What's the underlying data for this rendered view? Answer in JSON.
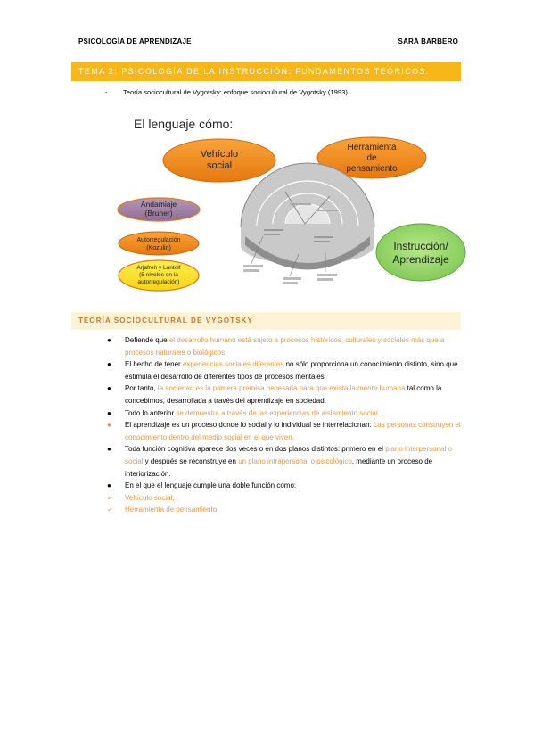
{
  "header": {
    "left": "PSICOLOGÍA DE APRENDIZAJE",
    "right": "SARA BARBERO"
  },
  "banner": {
    "title": "TEMA 2: PSICOLOGÍA DE LA INSTRUCCIÓN: FUNDAMENTOS TEÓRICOS."
  },
  "intro": {
    "dash": "-",
    "text": "Teoría sociocultural de Vygotsky: enfoque sociocultural de Vygotsky (1993)."
  },
  "diagram": {
    "title": "El lenguaje cómo:",
    "vehiculo": [
      "Vehículo",
      "social"
    ],
    "herramienta": [
      "Herramienta",
      "de",
      "pensamiento"
    ],
    "andamiaje": [
      "Andamiaje",
      "(Bruner)"
    ],
    "autorregulacion": [
      "Autorregulación",
      "(Kozulin)"
    ],
    "arjafreh": [
      "Arjafreh y Lantolf",
      "(5 niveles en la",
      "autorregulación)"
    ],
    "instruccion": [
      "Instrucción/",
      "Aprendizaje"
    ]
  },
  "section": {
    "title": "TEORÍA SOCIOCULTURAL DE VYGOTSKY"
  },
  "bullets": [
    {
      "marker": "●",
      "parts": [
        {
          "t": "Defiende que ",
          "c": ""
        },
        {
          "t": "el desarrollo humano está sujeto a procesos históricos, culturales y sociales más que a procesos naturales o biológicos",
          "c": "orange"
        }
      ]
    },
    {
      "marker": "●",
      "parts": [
        {
          "t": "El hecho de tener ",
          "c": ""
        },
        {
          "t": "experiencias sociales diferentes",
          "c": "orange"
        },
        {
          "t": " no sólo proporciona un conocimiento distinto, sino que estimula el desarrollo de diferentes tipos de procesos mentales.",
          "c": ""
        }
      ]
    },
    {
      "marker": "●",
      "parts": [
        {
          "t": "Por tanto, ",
          "c": ""
        },
        {
          "t": "la sociedad es la primera premisa necesaria para que exista la mente humana",
          "c": "orange"
        },
        {
          "t": " tal como la concebimos, desarrollada a través del aprendizaje en sociedad.",
          "c": ""
        }
      ]
    },
    {
      "marker": "●",
      "parts": [
        {
          "t": "Todo lo anterior ",
          "c": ""
        },
        {
          "t": "se demuestra a través de las experiencias de aislamiento social",
          "c": "orange"
        },
        {
          "t": ".",
          "c": ""
        }
      ]
    },
    {
      "marker": "●",
      "markerColor": "orange",
      "parts": [
        {
          "t": "El aprendizaje es un proceso donde lo social y lo individual se interrelacionan: ",
          "c": ""
        },
        {
          "t": "Las personas construyen el conocimiento dentro del medio social en el que viven.",
          "c": "orange"
        }
      ]
    },
    {
      "marker": "●",
      "parts": [
        {
          "t": " Toda función cognitiva aparece dos veces o en dos planos distintos: primero en el ",
          "c": ""
        },
        {
          "t": "plano interpersonal o social",
          "c": "orange"
        },
        {
          "t": " y después se reconstruye en ",
          "c": ""
        },
        {
          "t": "un plano intrapersonal o psicológico",
          "c": "orange"
        },
        {
          "t": ", mediante un proceso de interiorización.",
          "c": ""
        }
      ]
    },
    {
      "marker": "●",
      "parts": [
        {
          "t": "En el que el lenguaje cumple una doble función como:",
          "c": ""
        }
      ]
    },
    {
      "marker": "✓",
      "markerColor": "orange",
      "parts": [
        {
          "t": "Vehículo social.",
          "c": "orange"
        }
      ]
    },
    {
      "marker": "✓",
      "markerColor": "orange",
      "parts": [
        {
          "t": "Herramienta de pensamiento",
          "c": "orange"
        }
      ]
    }
  ]
}
